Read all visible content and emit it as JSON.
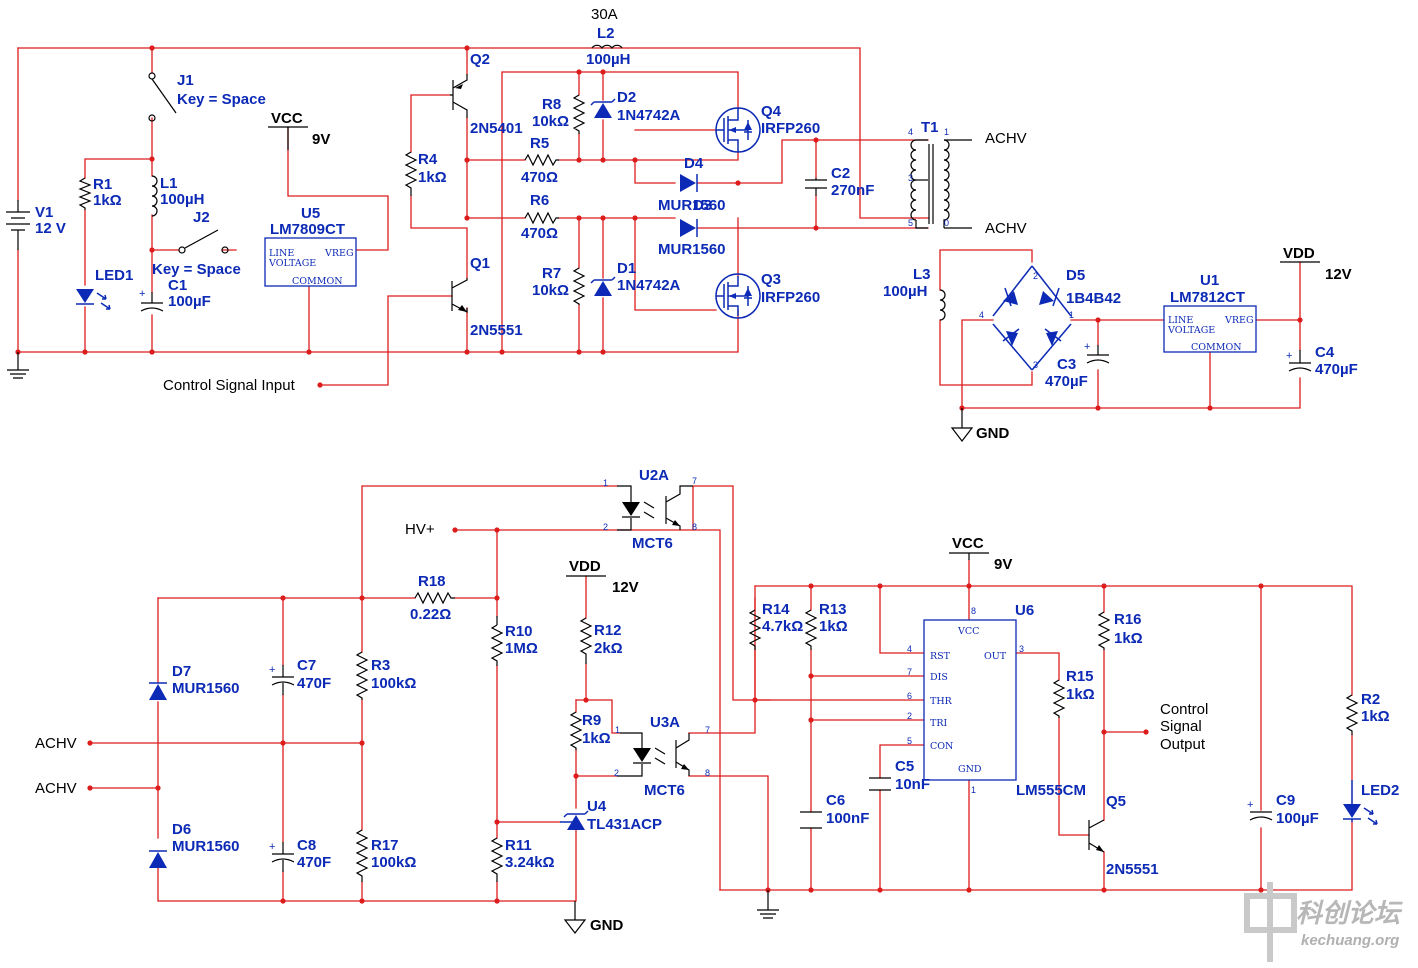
{
  "top_left": {
    "l2_current": "30A",
    "l2": {
      "name": "L2",
      "value": "100µH"
    },
    "j1": {
      "name": "J1",
      "key": "Key = Space"
    },
    "j2": {
      "name": "J2",
      "key": "Key = Space"
    },
    "vcc": {
      "name": "VCC",
      "value": "9V"
    },
    "r1": {
      "name": "R1",
      "value": "1kΩ"
    },
    "l1": {
      "name": "L1",
      "value": "100µH"
    },
    "v1": {
      "name": "V1",
      "value": "12 V"
    },
    "led1": "LED1",
    "c1": {
      "name": "C1",
      "value": "100µF"
    },
    "u5": {
      "name": "U5",
      "part": "LM7809CT"
    },
    "q2": {
      "name": "Q2",
      "part": "2N5401"
    },
    "q1": {
      "name": "Q1",
      "part": "2N5551"
    },
    "r4": {
      "name": "R4",
      "value": "1kΩ"
    },
    "r8": {
      "name": "R8",
      "value": "10kΩ"
    },
    "r5": {
      "name": "R5",
      "value": "470Ω"
    },
    "r6": {
      "name": "R6",
      "value": "470Ω"
    },
    "r7": {
      "name": "R7",
      "value": "10kΩ"
    },
    "d2": {
      "name": "D2",
      "part": "1N4742A"
    },
    "d1": {
      "name": "D1",
      "part": "1N4742A"
    },
    "d4": {
      "name": "D4",
      "part": "MUR1560"
    },
    "d3": {
      "name": "D3",
      "part": "MUR1560"
    },
    "q4": {
      "name": "Q4",
      "part": "IRFP260"
    },
    "q3": {
      "name": "Q3",
      "part": "IRFP260"
    },
    "c2": {
      "name": "C2",
      "value": "270nF"
    },
    "t1": "T1",
    "achv_top": "ACHV",
    "achv_bottom": "ACHV",
    "control_signal_input": "Control Signal Input"
  },
  "top_right": {
    "l3": {
      "name": "L3",
      "value": "100µH"
    },
    "d5": {
      "name": "D5",
      "part": "1B4B42"
    },
    "u1": {
      "name": "U1",
      "part": "LM7812CT"
    },
    "vdd": {
      "name": "VDD",
      "value": "12V"
    },
    "c3": {
      "name": "C3",
      "value": "470µF"
    },
    "c4": {
      "name": "C4",
      "value": "470µF"
    },
    "gnd": "GND"
  },
  "regulator_pins": {
    "line_voltage": "LINE VOLTAGE",
    "line": "LINE",
    "voltage": "VOLTAGE",
    "vreg": "VREG",
    "common": "COMMON"
  },
  "bottom_left": {
    "hv_plus": "HV+",
    "u2a": {
      "name": "U2A",
      "part": "MCT6"
    },
    "u3a": {
      "name": "U3A",
      "part": "MCT6"
    },
    "r18": {
      "name": "R18",
      "value": "0.22Ω"
    },
    "d7": {
      "name": "D7",
      "part": "MUR1560"
    },
    "d6": {
      "name": "D6",
      "part": "MUR1560"
    },
    "c7": {
      "name": "C7",
      "value": "470F"
    },
    "c8": {
      "name": "C8",
      "value": "470F"
    },
    "r3": {
      "name": "R3",
      "value": "100kΩ"
    },
    "r17": {
      "name": "R17",
      "value": "100kΩ"
    },
    "r10": {
      "name": "R10",
      "value": "1MΩ"
    },
    "r11": {
      "name": "R11",
      "value": "3.24kΩ"
    },
    "vdd": {
      "name": "VDD",
      "value": "12V"
    },
    "r12": {
      "name": "R12",
      "value": "2kΩ"
    },
    "r9": {
      "name": "R9",
      "value": "1kΩ"
    },
    "u4": {
      "name": "U4",
      "part": "TL431ACP"
    },
    "achv_1": "ACHV",
    "achv_2": "ACHV",
    "gnd": "GND"
  },
  "bottom_right": {
    "vcc": {
      "name": "VCC",
      "value": "9V"
    },
    "r14": {
      "name": "R14",
      "value": "4.7kΩ"
    },
    "r13": {
      "name": "R13",
      "value": "1kΩ"
    },
    "u6": {
      "name": "U6",
      "part": "LM555CM"
    },
    "u6_pins": {
      "vcc": "VCC",
      "rst": "RST",
      "out": "OUT",
      "dis": "DIS",
      "thr": "THR",
      "tri": "TRI",
      "con": "CON",
      "gnd": "GND"
    },
    "r16": {
      "name": "R16",
      "value": "1kΩ"
    },
    "r15": {
      "name": "R15",
      "value": "1kΩ"
    },
    "control_signal_output": [
      "Control",
      "Signal",
      "Output"
    ],
    "c6": {
      "name": "C6",
      "value": "100nF"
    },
    "c5": {
      "name": "C5",
      "value": "10nF"
    },
    "q5": {
      "name": "Q5",
      "part": "2N5551"
    },
    "c9": {
      "name": "C9",
      "value": "100µF"
    },
    "r2": {
      "name": "R2",
      "value": "1kΩ"
    },
    "led2": "LED2"
  },
  "watermark": {
    "brand": "科创论坛",
    "url": "kechuang.org"
  }
}
